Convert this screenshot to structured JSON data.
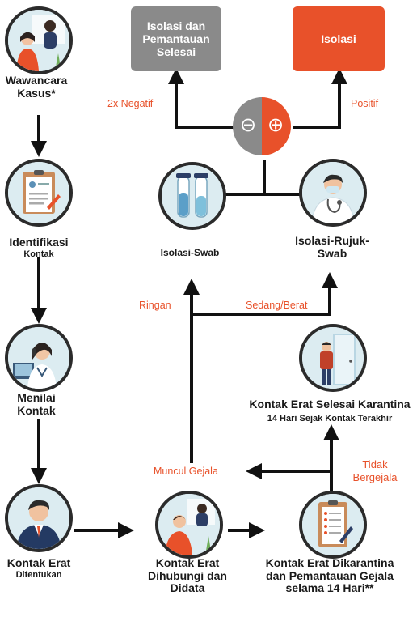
{
  "nodes": {
    "wawancara": "Wawancara Kasus*",
    "identifikasi_big": "Identifikasi",
    "identifikasi_small": "Kontak",
    "menilai": "Menilai Kontak",
    "kontak_erat_big": "Kontak Erat",
    "kontak_erat_small": "Ditentukan",
    "dihubungi": "Kontak Erat Dihubungi dan Didata",
    "dikarantina": "Kontak Erat Dikarantina dan Pemantauan Gejala selama 14 Hari**",
    "selesai_big": "Kontak Erat Selesai Karantina",
    "selesai_small": "14 Hari Sejak Kontak Terakhir",
    "isolasi_swab": "Isolasi-Swab",
    "isolasi_rujuk": "Isolasi-Rujuk-Swab",
    "box_selesai": "Isolasi dan Pemantauan Selesai",
    "box_isolasi": "Isolasi"
  },
  "edges": {
    "negatif": "2x Negatif",
    "positif": "Positif",
    "ringan": "Ringan",
    "sedang": "Sedang/Berat",
    "muncul": "Muncul Gejala",
    "tidak": "Tidak Bergejala"
  },
  "symbols": {
    "minus": "⊖",
    "plus": "⊕"
  },
  "colors": {
    "accent": "#e8512a",
    "gray": "#8a8a8a",
    "ink": "#1a1a1a",
    "circle_bg": "#dcecf1"
  }
}
